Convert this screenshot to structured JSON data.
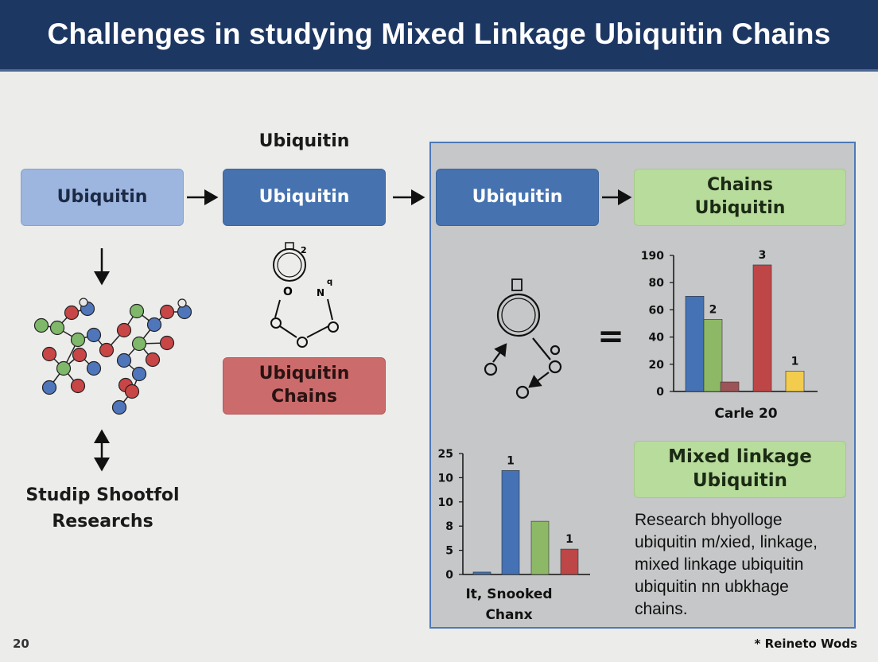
{
  "header": {
    "title": "Challenges in studying Mixed Linkage Ubiquitin Chains"
  },
  "diagram": {
    "top_label": "Ubiquitin",
    "box1": "Ubiquitin",
    "box2": "Ubiquitin",
    "box3": "Ubiquitin",
    "box4": "Chains\nUbiquitin",
    "box_red": "Ubiquitin\nChains",
    "box_mixed": "Mixed linkage\nUbiquitin",
    "left_caption": "Studip Shootfol\nResearchs",
    "molecule_labels": {
      "o_label": "O",
      "n_label": "N",
      "sup_q": "q",
      "sup_2": "2"
    },
    "equals": "=",
    "description": "Research bhyolloge\nubiquitin m/xied, linkage,\nmixed linkage ubiquitin\nubiquitin nn ubkhage\nchains."
  },
  "footer": {
    "page_number": "20",
    "note": "* Reineto Wods"
  },
  "colors": {
    "header_bg": "#1d3763",
    "box_light": "#9cb6e0",
    "box_dark": "#4673b0",
    "box_green": "#b7dc9c",
    "box_red": "#cc6b6b",
    "panel_bg": "#c6c7c8",
    "panel_border": "#4d79b8"
  },
  "chart_data": [
    {
      "type": "bar",
      "y_tick_labels": [
        "0",
        "20",
        "40",
        "60",
        "80",
        "190"
      ],
      "values": [
        70,
        53,
        7,
        93,
        15
      ],
      "bar_labels": [
        "",
        "2",
        "",
        "3",
        "1"
      ],
      "colors": [
        "#4472b4",
        "#8db966",
        "#9c5458",
        "#bf4647",
        "#f3cc4e"
      ],
      "ylim": [
        0,
        100
      ],
      "xlabel": "Carle 20"
    },
    {
      "type": "bar",
      "y_tick_labels": [
        "0",
        "5",
        "8",
        "10",
        "10",
        "25"
      ],
      "values": [
        2,
        86,
        44,
        21
      ],
      "bar_labels": [
        "",
        "1",
        "",
        "1"
      ],
      "colors": [
        "#4472b4",
        "#4472b4",
        "#8db966",
        "#bf4647"
      ],
      "ylim": [
        0,
        100
      ],
      "xlabel": "It, Snooked\nChanx"
    }
  ]
}
